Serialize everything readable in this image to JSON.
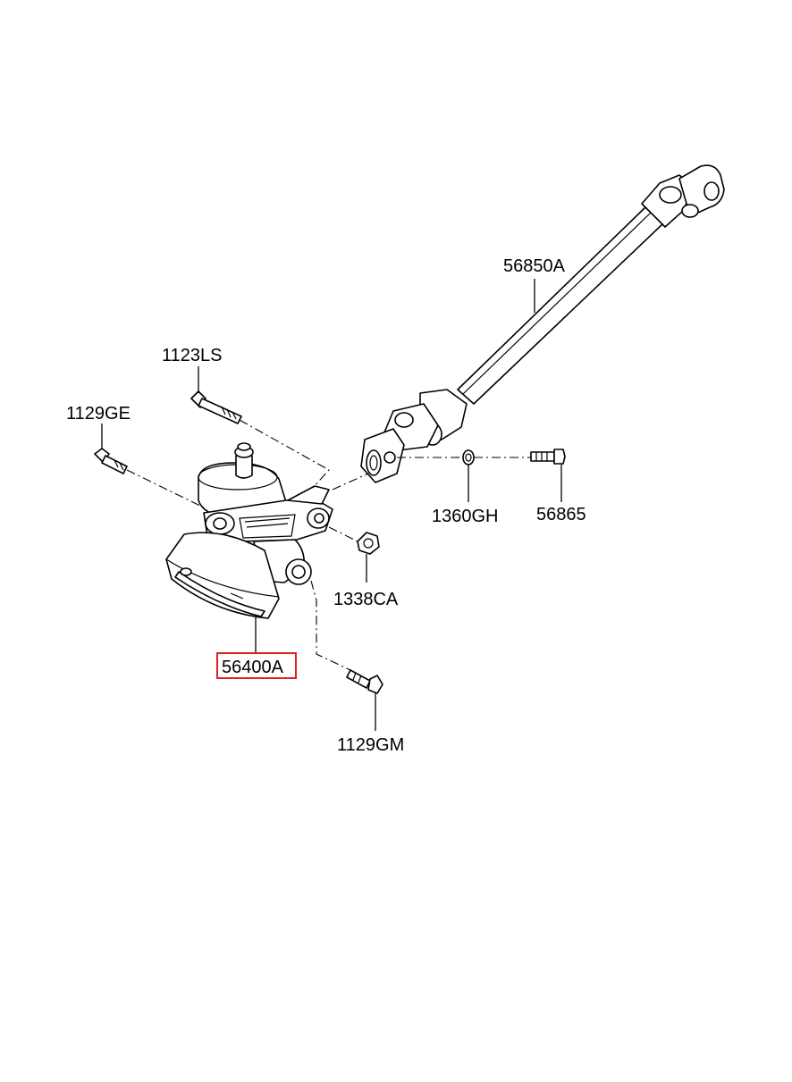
{
  "diagram": {
    "labels": {
      "shaft": "56850A",
      "bolt_top": "1123LS",
      "bolt_left": "1129GE",
      "nut": "1360GH",
      "bolt_right": "56865",
      "nut_flange": "1338CA",
      "assembly": "56400A",
      "bolt_bottom": "1129GM"
    },
    "highlight": {
      "part": "56400A",
      "color": "#e02020"
    }
  }
}
